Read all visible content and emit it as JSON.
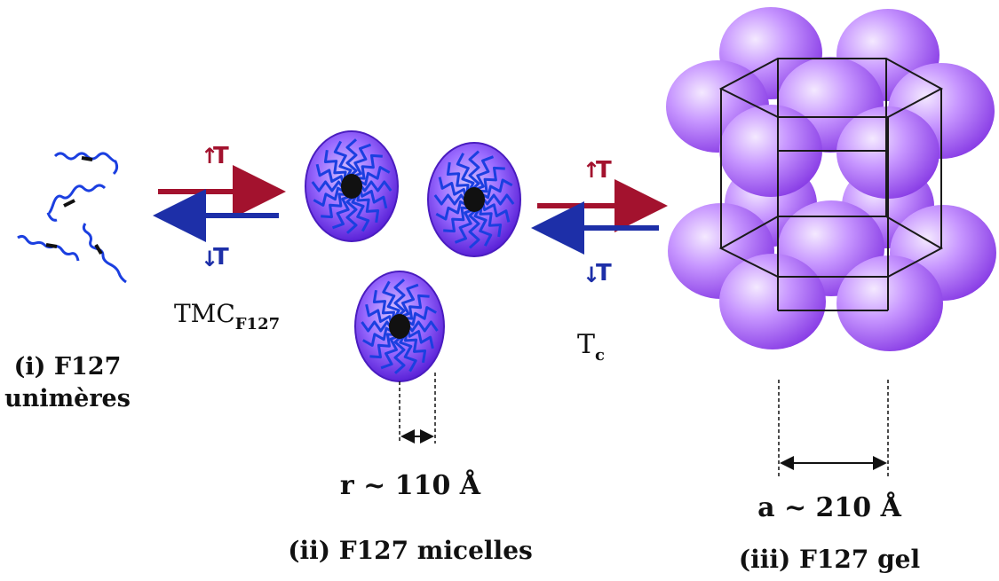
{
  "unimers": {
    "label_line1": "(i) F127",
    "label_line2": "unimères"
  },
  "transition_1": {
    "heat_arrow": "↑",
    "heat_letter": "T",
    "cool_arrow": "↓",
    "cool_letter": "T",
    "condition_main": "TMC",
    "condition_sub": "F127"
  },
  "micelles": {
    "radius_label": "r ~ 110 Å",
    "label": "(ii) F127 micelles"
  },
  "transition_2": {
    "heat_arrow": "↑",
    "heat_letter": "T",
    "cool_arrow": "↓",
    "cool_letter": "T",
    "condition_main": "T",
    "condition_sub": "c"
  },
  "gel": {
    "lattice_label": "a ~ 210 Å",
    "label": "(iii) F127 gel"
  },
  "colors": {
    "heat": "#a3122e",
    "cool": "#1d2fa8",
    "micelle": "#7a3cf0",
    "chain": "#1b3fe0",
    "gel_sphere": "#b27cf5"
  }
}
